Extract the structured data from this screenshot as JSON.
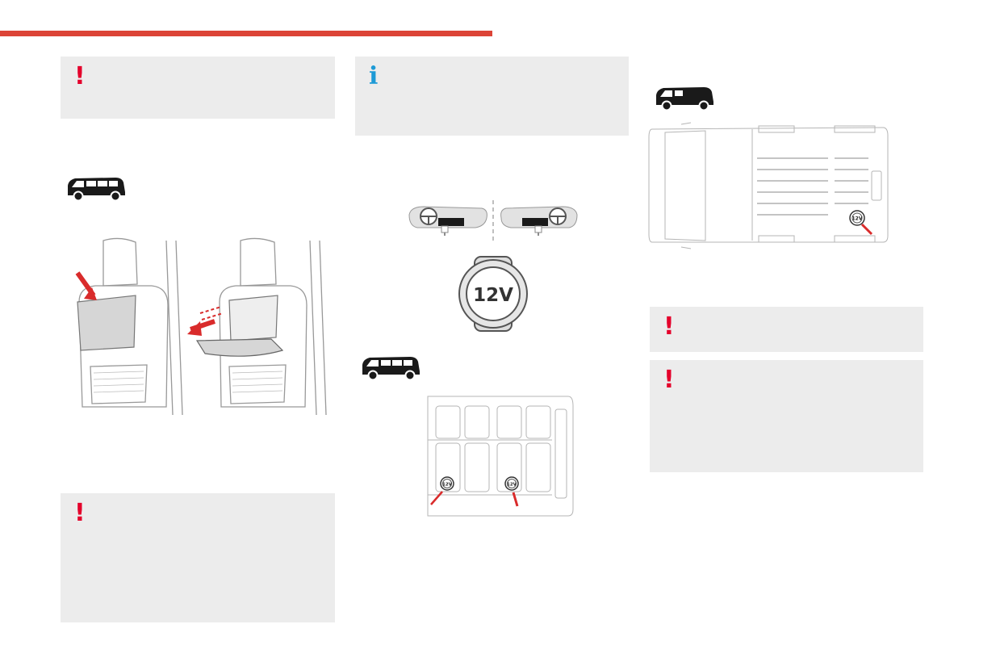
{
  "colors": {
    "accent_bar": "#dc4437",
    "warning": "#e4002b",
    "info": "#1d9ad6",
    "callout_bg": "#ececec",
    "arrow": "#d92b2b"
  },
  "notes": {
    "warning_symbol": "!",
    "info_symbol": "i"
  },
  "socket": {
    "label": "12V",
    "small_label": "12V"
  },
  "icons": {
    "van_passenger": "passenger-van-icon",
    "van_cargo": "panel-van-icon"
  }
}
